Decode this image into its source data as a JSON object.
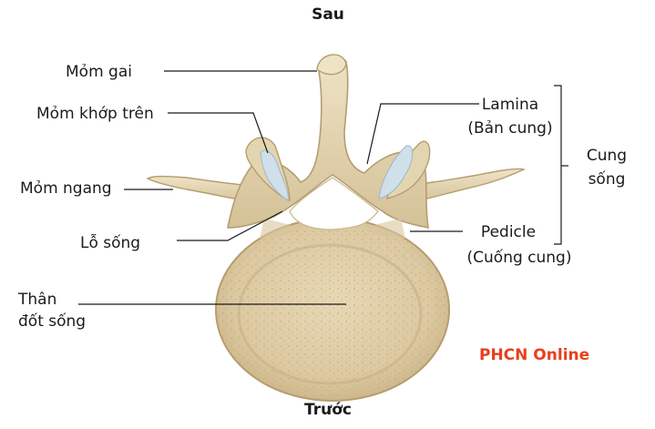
{
  "orientation": {
    "top": "Sau",
    "bottom": "Trước"
  },
  "labels": {
    "spinous_process": "Mỏm gai",
    "superior_articular": "Mỏm khớp trên",
    "transverse_process": "Mỏm ngang",
    "vertebral_foramen": "Lỗ sống",
    "body_line1": "Thân",
    "body_line2": "đốt sống",
    "lamina_line1": "Lamina",
    "lamina_line2": "(Bản cung)",
    "arch_line1": "Cung",
    "arch_line2": "sống",
    "pedicle_line1": "Pedicle",
    "pedicle_line2": "(Cuống cung)"
  },
  "watermark": {
    "text": "PHCN Online",
    "color": "#e8401c"
  },
  "colors": {
    "bone": "#e9dcbd",
    "bone_shadow": "#c9b48a",
    "bone_outline": "#b59d70",
    "cartilage": "#cfe0ea",
    "spongy": "#d9c7a0"
  }
}
